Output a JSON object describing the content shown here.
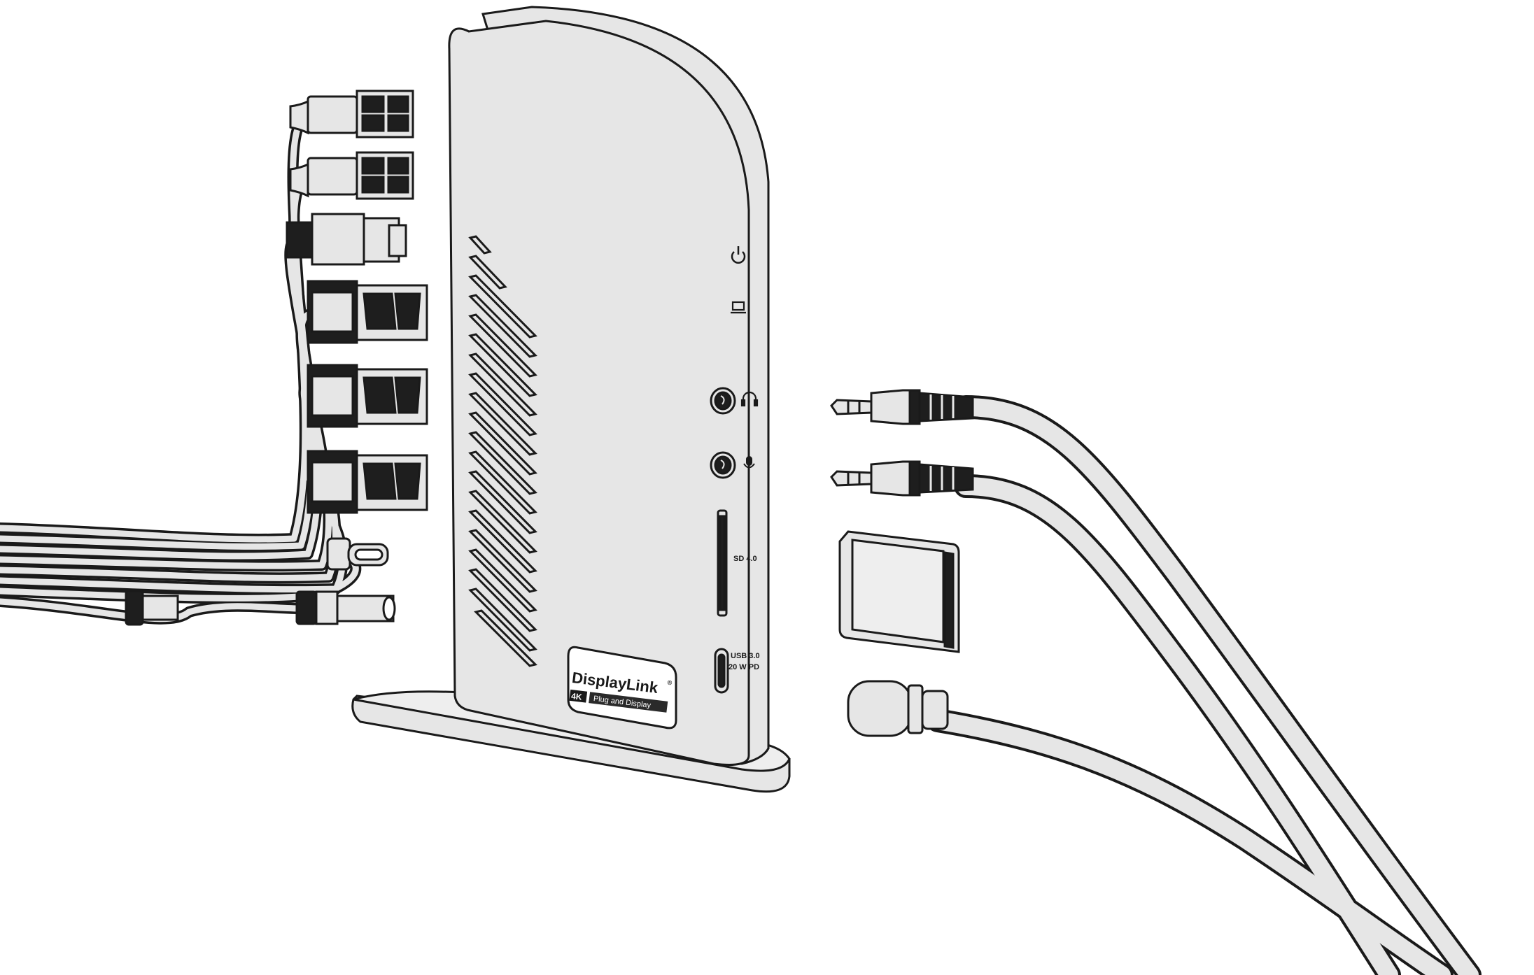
{
  "colors": {
    "outline": "#1a1a1a",
    "body_fill": "#e6e6e6",
    "dark_fill": "#1e1e1e",
    "background": "#ffffff"
  },
  "dock": {
    "logo_brand": "DisplayLink",
    "logo_trademark": "®",
    "logo_badge": "4K",
    "logo_tagline": "Plug and Display",
    "port_sd_label": "SD 4.0",
    "port_usbc_label_line1": "USB 3.0",
    "port_usbc_label_line2": "20 W PD",
    "icons": [
      "power-icon",
      "laptop-icon",
      "headphone-icon",
      "microphone-icon"
    ]
  },
  "left_connectors": [
    "usb-a",
    "usb-a",
    "ethernet",
    "hdmi",
    "hdmi",
    "hdmi",
    "usb-c",
    "dc-power"
  ],
  "right_connectors": [
    "audio-jack",
    "audio-jack",
    "sd-card",
    "usb-c"
  ]
}
